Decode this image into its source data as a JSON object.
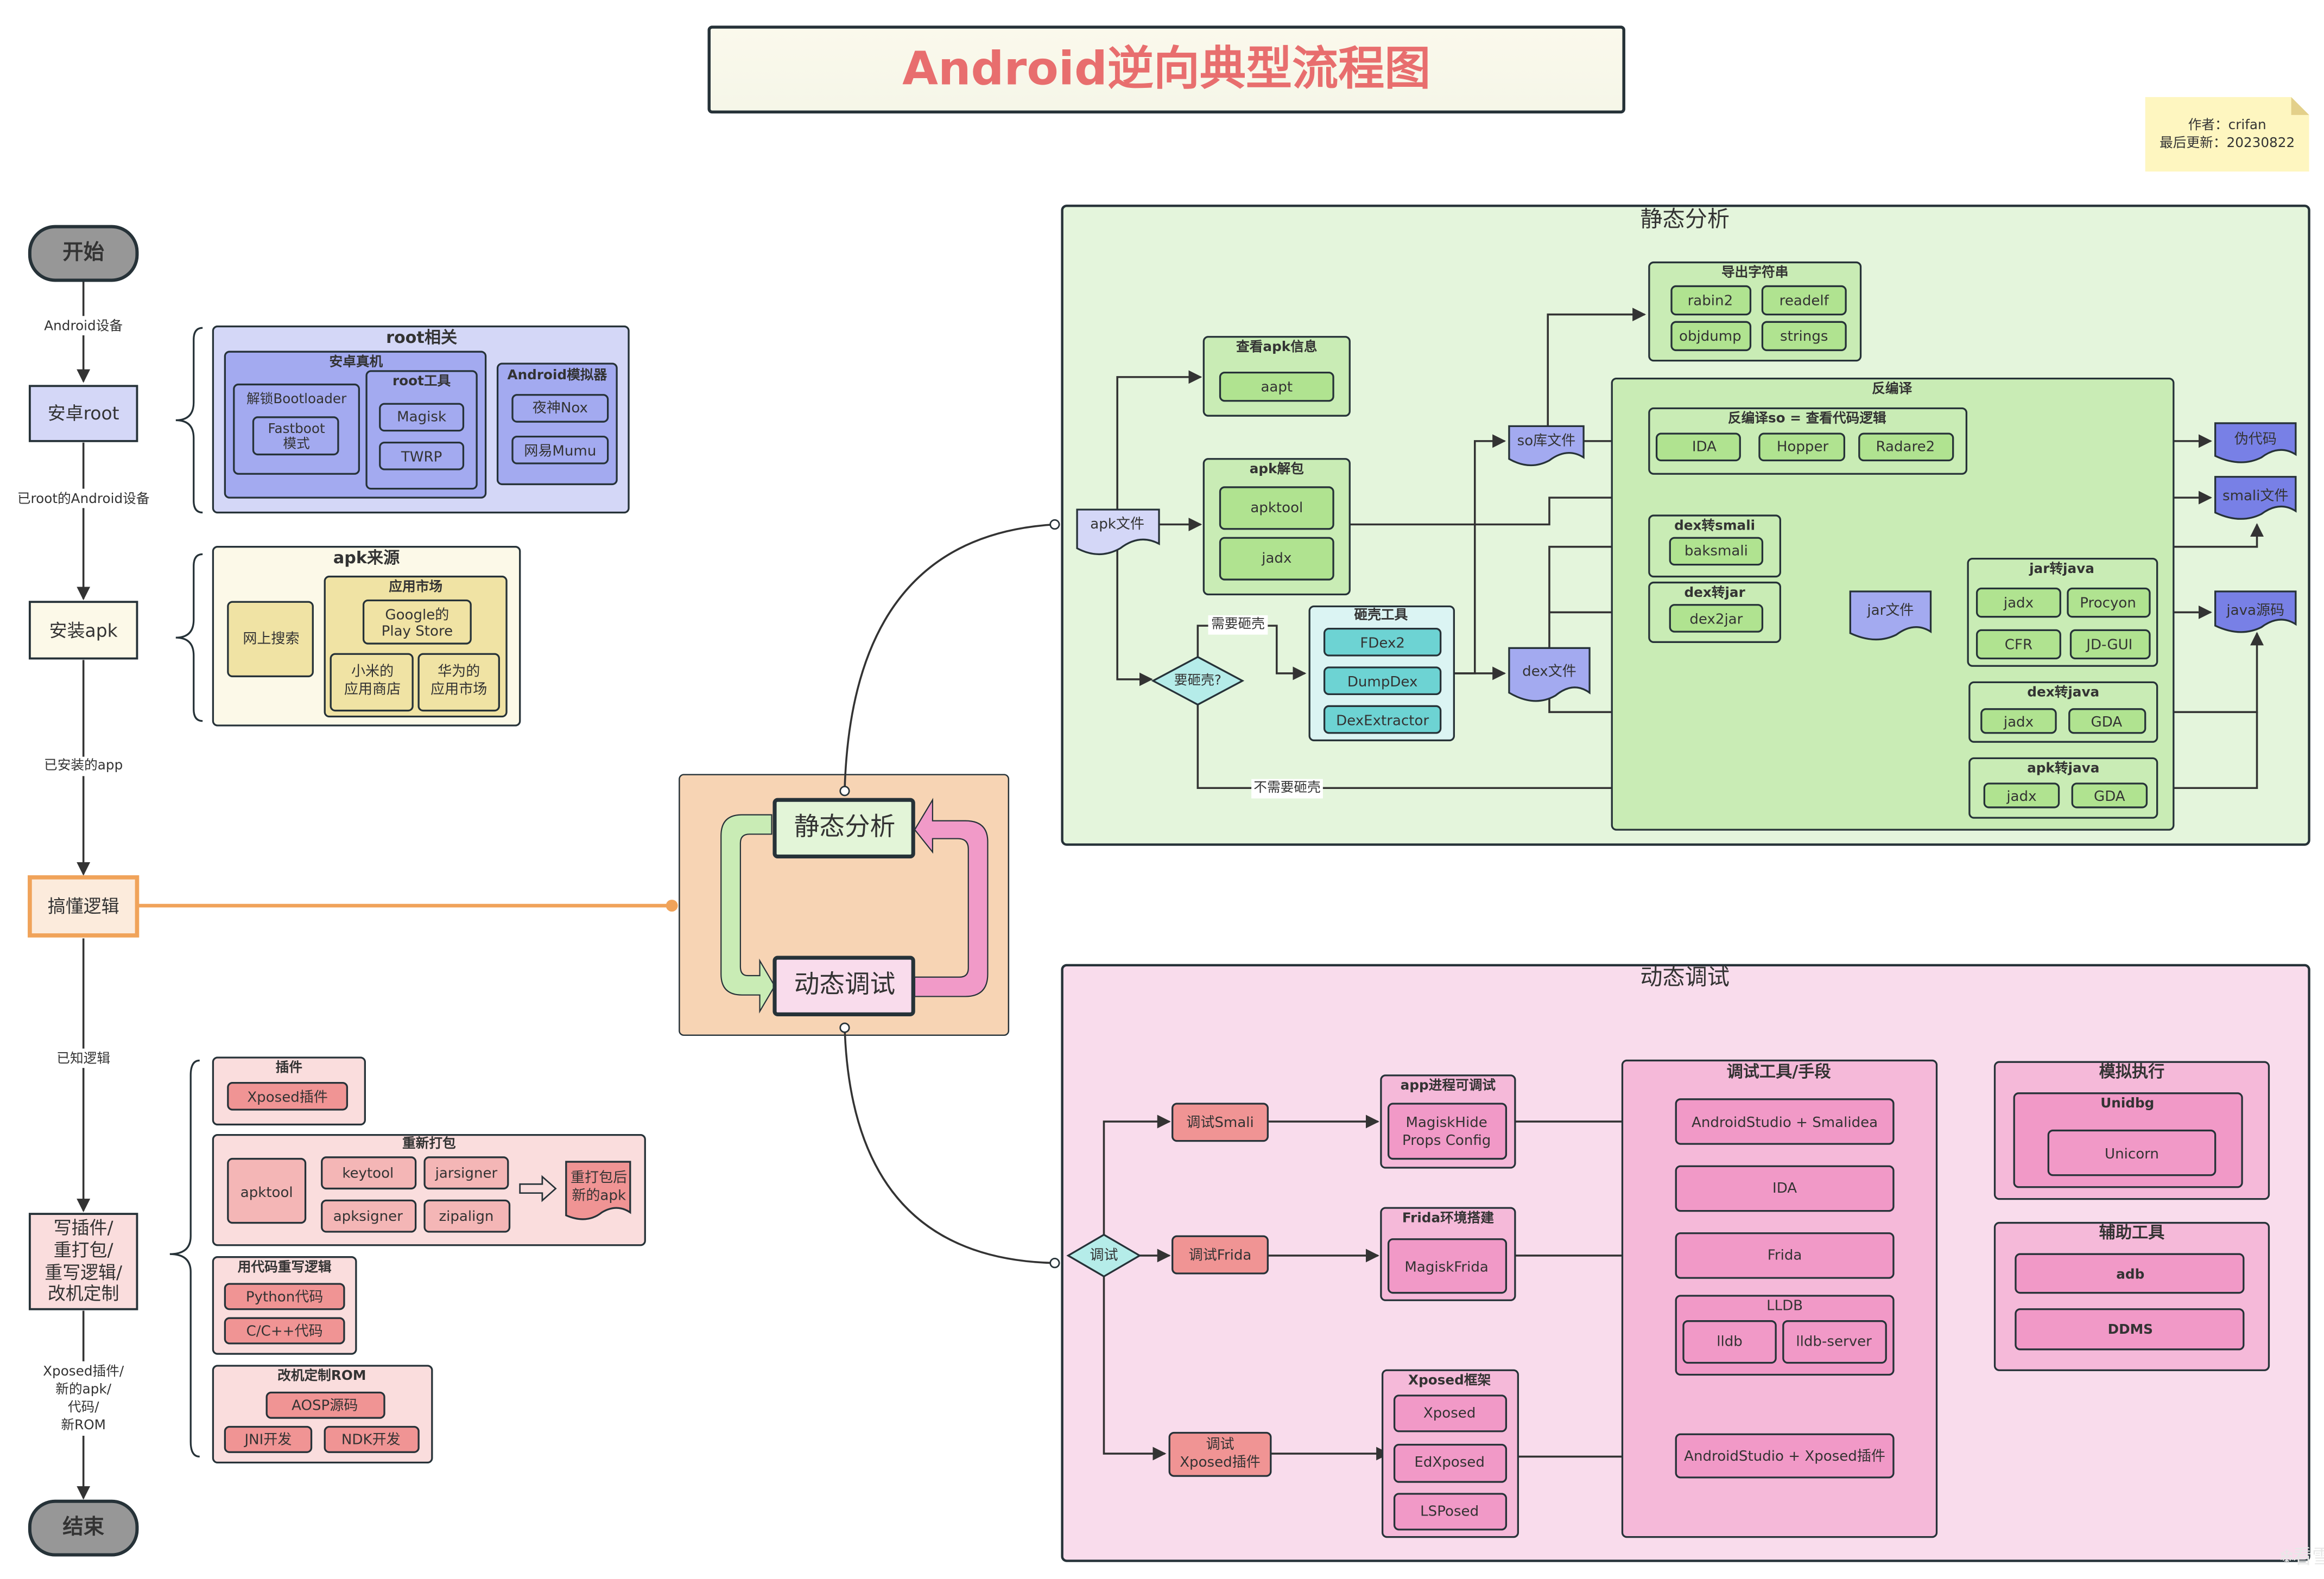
{
  "title": "Android逆向典型流程图",
  "note": {
    "author": "作者：crifan",
    "updated": "最后更新：20230822"
  },
  "watermark": "看雪",
  "main_flow": {
    "start": "开始",
    "edge_android_device": "Android设备",
    "root_step": "安卓root",
    "edge_rooted": "已root的Android设备",
    "install_step": "安装apk",
    "edge_installed": "已安装的app",
    "understand_step": "搞懂逻辑",
    "edge_known": "已知逻辑",
    "rewrite_step": [
      "写插件/",
      "重打包/",
      "重写逻辑/",
      "改机定制"
    ],
    "edge_output": [
      "Xposed插件/",
      "新的apk/",
      "代码/",
      "新ROM"
    ],
    "end": "结束"
  },
  "root_group": {
    "title": "root相关",
    "real_device": {
      "title": "安卓真机",
      "unlock": {
        "title": "解锁Bootloader",
        "items": [
          "Fastboot",
          "模式"
        ]
      },
      "root_tools": {
        "title": "root工具",
        "items": [
          "Magisk",
          "TWRP"
        ]
      }
    },
    "emulator": {
      "title": "Android模拟器",
      "items": [
        "夜神Nox",
        "网易Mumu"
      ]
    }
  },
  "apk_source": {
    "title": "apk来源",
    "web_search": "网上搜索",
    "market": {
      "title": "应用市场",
      "google": [
        "Google的",
        "Play Store"
      ],
      "xiaomi": [
        "小米的",
        "应用商店"
      ],
      "huawei": [
        "华为的",
        "应用市场"
      ]
    }
  },
  "modify_groups": {
    "plugin": {
      "title": "插件",
      "items": [
        "Xposed插件"
      ]
    },
    "repack": {
      "title": "重新打包",
      "apktool": "apktool",
      "tools": [
        "keytool",
        "jarsigner",
        "apksigner",
        "zipalign"
      ],
      "result": [
        "重打包后",
        "新的apk"
      ]
    },
    "code": {
      "title": "用代码重写逻辑",
      "items": [
        "Python代码",
        "C/C++代码"
      ]
    },
    "rom": {
      "title": "改机定制ROM",
      "aosp": "AOSP源码",
      "items": [
        "JNI开发",
        "NDK开发"
      ]
    }
  },
  "cycle": {
    "static": "静态分析",
    "dynamic": "动态调试"
  },
  "static_analysis": {
    "title": "静态分析",
    "apk_file": "apk文件",
    "apk_info": {
      "title": "查看apk信息",
      "items": [
        "aapt"
      ]
    },
    "apk_unpack": {
      "title": "apk解包",
      "items": [
        "apktool",
        "jadx"
      ]
    },
    "need_unpack_decision": "要砸壳?",
    "edge_need": "需要砸壳",
    "edge_no_need": "不需要砸壳",
    "unpack_tools": {
      "title": "砸壳工具",
      "items": [
        "FDex2",
        "DumpDex",
        "DexExtractor"
      ]
    },
    "so_file": "so库文件",
    "dex_file": "dex文件",
    "jar_file": "jar文件",
    "export_strings": {
      "title": "导出字符串",
      "items": [
        "rabin2",
        "readelf",
        "objdump",
        "strings"
      ]
    },
    "decompile": {
      "title": "反编译",
      "so_group": {
        "title": "反编译so = 查看代码逻辑",
        "items": [
          "IDA",
          "Hopper",
          "Radare2"
        ]
      },
      "dex_smali": {
        "title": "dex转smali",
        "items": [
          "baksmali"
        ]
      },
      "dex_jar": {
        "title": "dex转jar",
        "items": [
          "dex2jar"
        ]
      },
      "jar_java": {
        "title": "jar转java",
        "items": [
          "jadx",
          "Procyon",
          "CFR",
          "JD-GUI"
        ]
      },
      "dex_java": {
        "title": "dex转java",
        "items": [
          "jadx",
          "GDA"
        ]
      },
      "apk_java": {
        "title": "apk转java",
        "items": [
          "jadx",
          "GDA"
        ]
      }
    },
    "outputs": {
      "pseudo": "伪代码",
      "smali": "smali文件",
      "java": "java源码"
    }
  },
  "dynamic_debug": {
    "title": "动态调试",
    "decision": "调试",
    "debug_smali": "调试Smali",
    "debug_frida": "调试Frida",
    "debug_xposed": [
      "调试",
      "Xposed插件"
    ],
    "app_debuggable": {
      "title": "app进程可调试",
      "items": [
        "MagiskHide",
        "Props Config"
      ]
    },
    "frida_env": {
      "title": "Frida环境搭建",
      "items": [
        "MagiskFrida"
      ]
    },
    "xposed_fw": {
      "title": "Xposed框架",
      "items": [
        "Xposed",
        "EdXposed",
        "LSPosed"
      ]
    },
    "debug_tools": {
      "title": "调试工具/手段",
      "items": [
        "AndroidStudio + Smalidea",
        "IDA",
        "Frida",
        "AndroidStudio + Xposed插件"
      ],
      "lldb": {
        "title": "LLDB",
        "items": [
          "lldb",
          "lldb-server"
        ]
      }
    },
    "emulation": {
      "title": "模拟执行",
      "unidbg": "Unidbg",
      "unicorn": "Unicorn"
    },
    "aux_tools": {
      "title": "辅助工具",
      "items": [
        "adb",
        "DDMS"
      ]
    }
  },
  "colors": {
    "title_red": "#e86e6e",
    "root_blue": "#d4d7f7",
    "install_yellow": "#fcf9e8",
    "understand_orange": "#f0a35a",
    "static_green": "#e4f5dc",
    "dynamic_pink": "#f9dcec",
    "cycle_bg": "#f7d4b4"
  }
}
